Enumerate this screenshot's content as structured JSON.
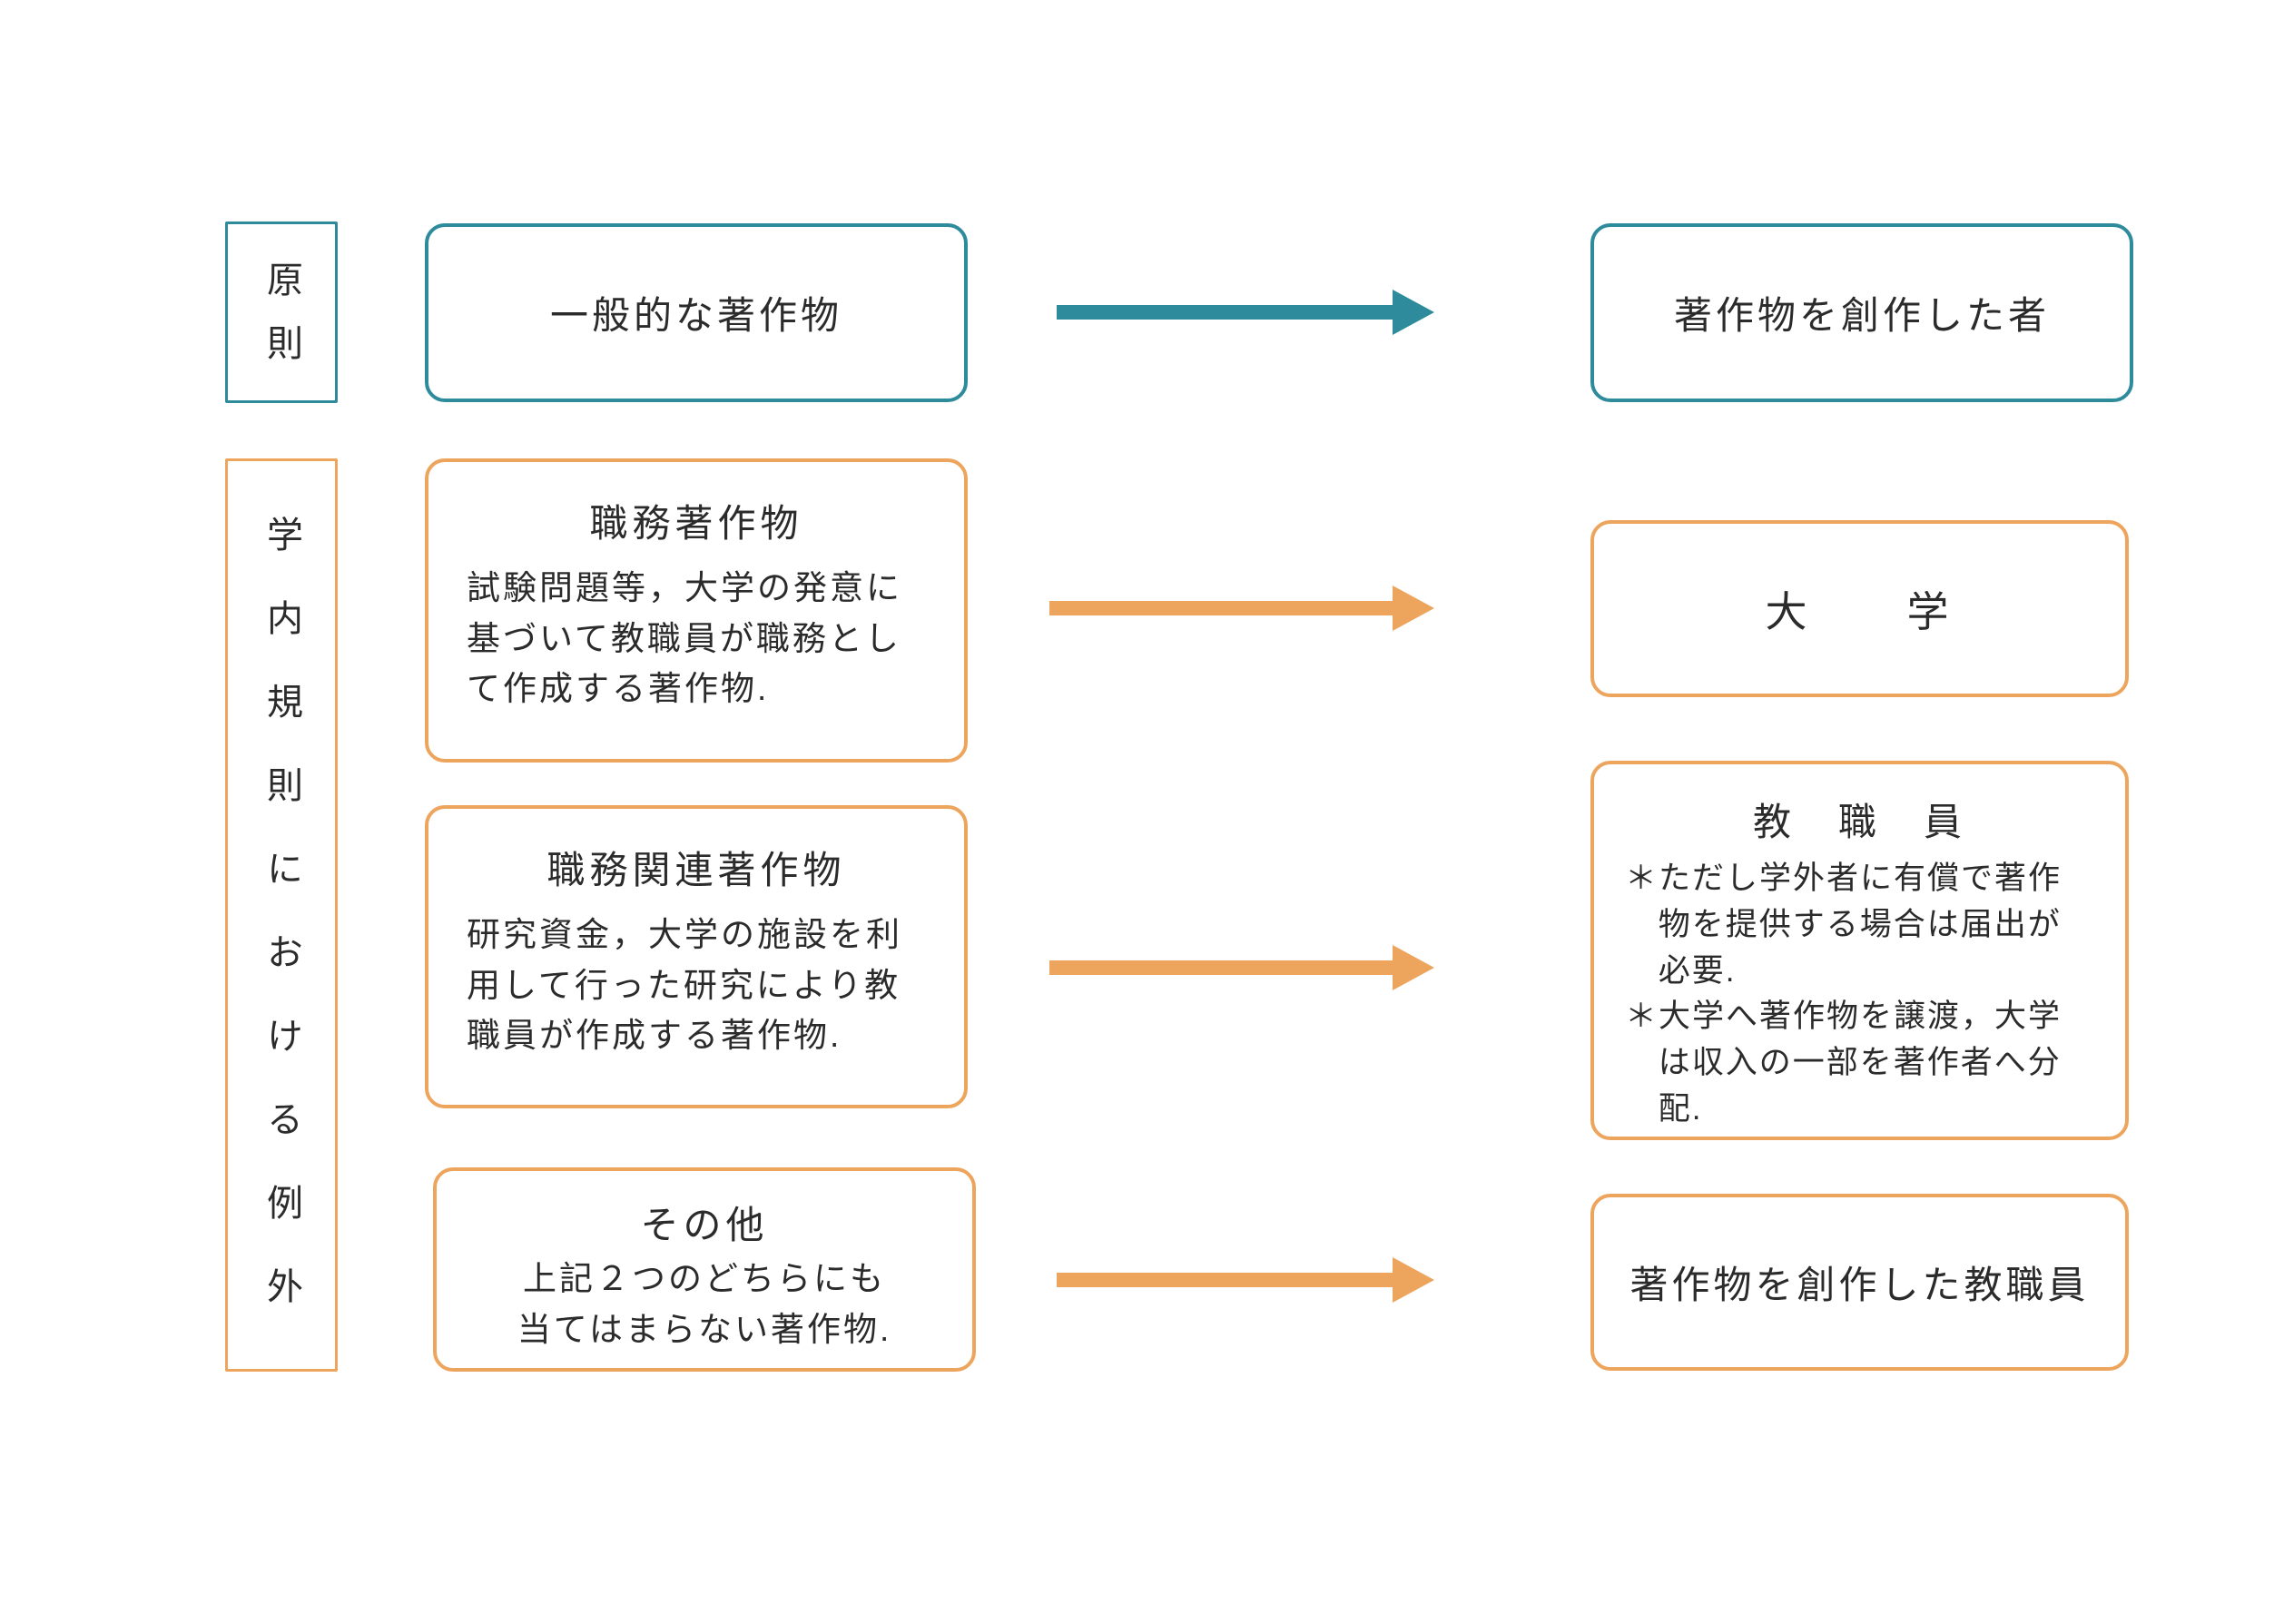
{
  "colors": {
    "teal": "#2e8b9c",
    "orange": "#eda55d",
    "text": "#2b2b2b",
    "background": "#ffffff"
  },
  "principle": {
    "label": "原則",
    "source": "一般的な著作物",
    "target": "著作物を創作した者"
  },
  "exceptions": {
    "label": "学内規則における例外",
    "row1": {
      "title": "職務著作物",
      "desc": "試験問題等，大学の発意に基づいて教職員が職務として作成する著作物.",
      "target": "大　　学"
    },
    "row2": {
      "title": "職務関連著作物",
      "desc": "研究資金，大学の施設を利用して行った研究により教職員が作成する著作物.",
      "target_title": "教　職　員",
      "notes": [
        "＊ただし学外者に有償で著作物を提供する場合は届出が必要.",
        "＊大学へ著作物を譲渡，大学は収入の一部を著作者へ分配."
      ]
    },
    "row3": {
      "title": "その他",
      "desc_lines": [
        "上記２つのどちらにも",
        "当てはまらない著作物."
      ],
      "target": "著作物を創作した教職員"
    }
  }
}
